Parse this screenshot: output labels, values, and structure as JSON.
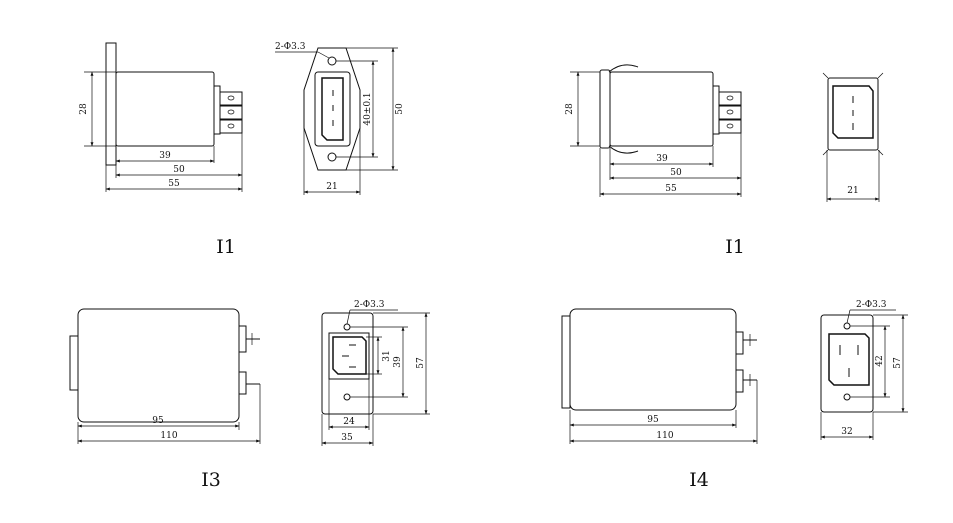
{
  "captions": {
    "d1": "I1",
    "d2": "I1",
    "d3": "I3",
    "d4": "I4"
  },
  "dims": {
    "d1": {
      "height": "28",
      "body": "39",
      "mid": "50",
      "total": "55",
      "hole": "2-Φ3.3",
      "pitch": "40±0.1",
      "face_h": "50",
      "face_w": "21"
    },
    "d2": {
      "height": "28",
      "body": "39",
      "mid": "50",
      "total": "55",
      "face_w": "21"
    },
    "d3": {
      "body": "95",
      "total": "110",
      "hole": "2-Φ3.3",
      "inlet_h": "31",
      "inner_h": "39",
      "face_h": "57",
      "inner_w": "24",
      "face_w": "35"
    },
    "d4": {
      "body": "95",
      "total": "110",
      "hole": "2-Φ3.3",
      "inlet_h": "42",
      "face_h": "57",
      "face_w": "32"
    }
  },
  "colors": {
    "ink": "#111111",
    "paper": "#ffffff"
  }
}
